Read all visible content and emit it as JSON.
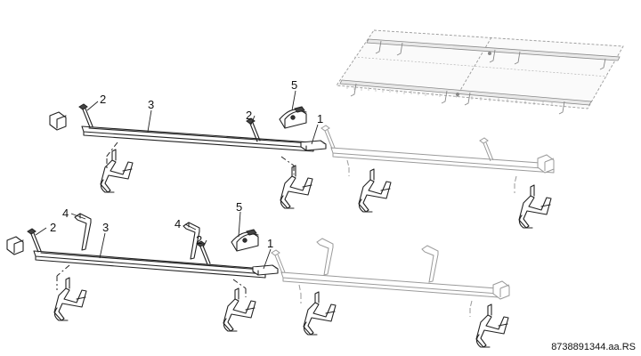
{
  "diagram": {
    "callouts": [
      {
        "id": "c2a",
        "label": "2"
      },
      {
        "id": "c3a",
        "label": "3"
      },
      {
        "id": "c2b",
        "label": "2"
      },
      {
        "id": "c5a",
        "label": "5"
      },
      {
        "id": "c1a",
        "label": "1"
      },
      {
        "id": "c4a",
        "label": "4"
      },
      {
        "id": "c2c",
        "label": "2"
      },
      {
        "id": "c3b",
        "label": "3"
      },
      {
        "id": "c4b",
        "label": "4"
      },
      {
        "id": "c2d",
        "label": "2"
      },
      {
        "id": "c5b",
        "label": "5"
      },
      {
        "id": "c1b",
        "label": "1"
      }
    ],
    "document_id": "8738891344.aa.RS"
  }
}
